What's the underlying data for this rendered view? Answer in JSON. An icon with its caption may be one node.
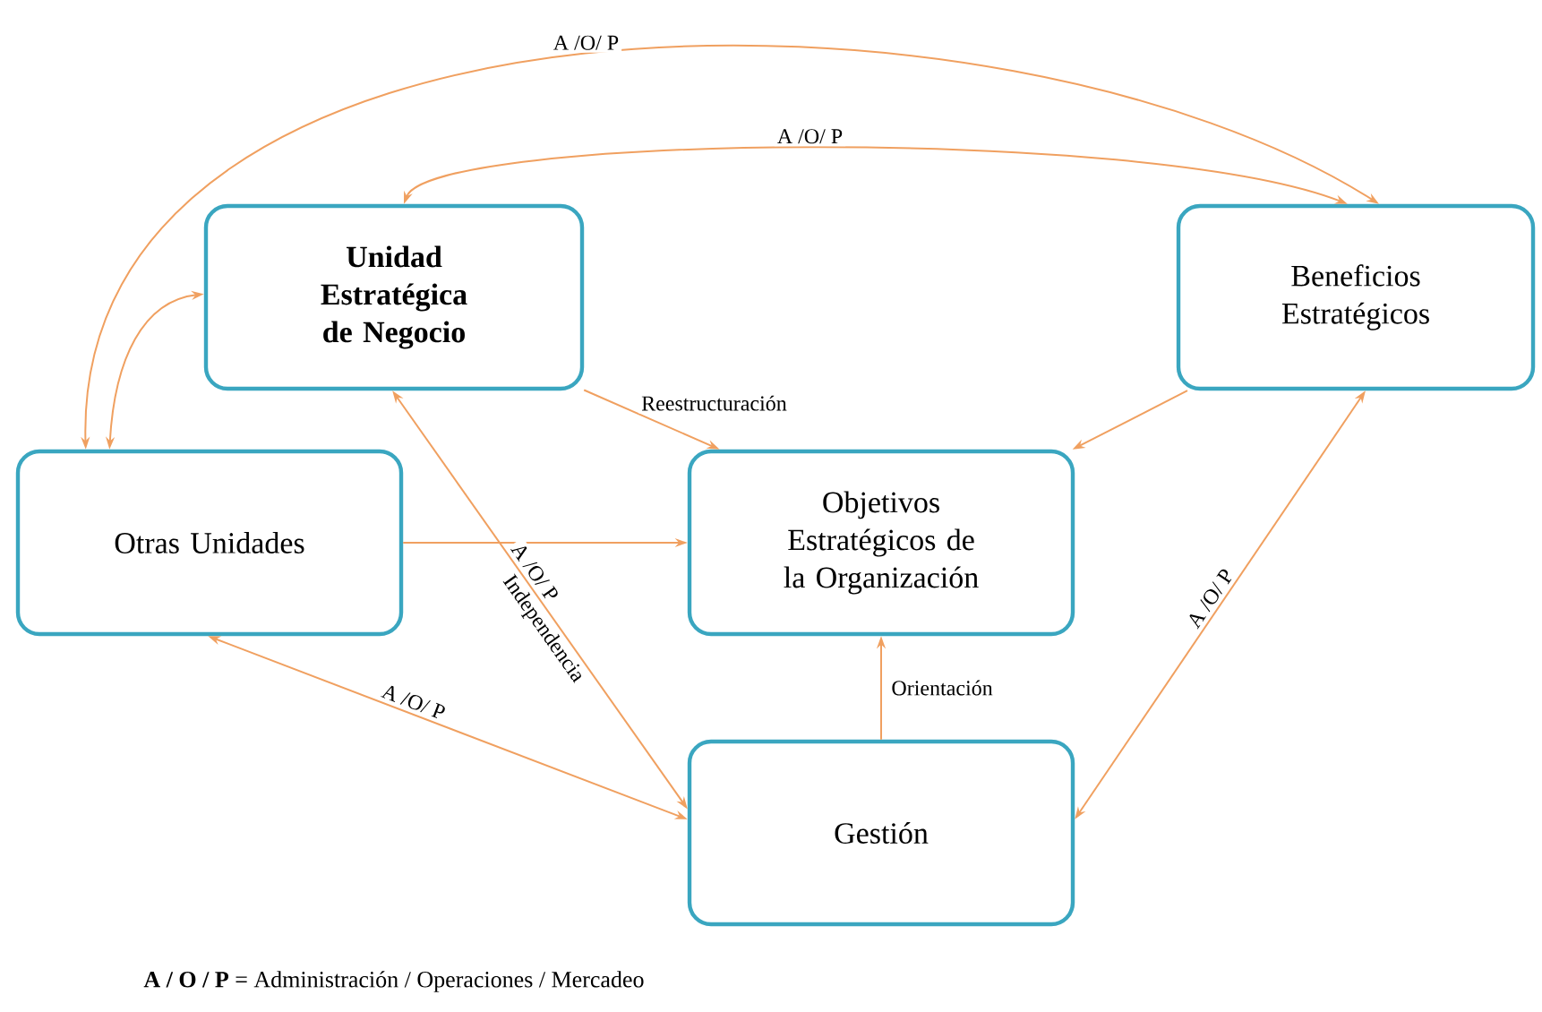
{
  "diagram": {
    "nodes": [
      {
        "text": [
          "Unidad Estratégica de Negocio"
        ]
      },
      {
        "text": [
          "Beneficios Estratégicos"
        ]
      },
      {
        "text": [
          "Otras Unidades"
        ]
      },
      {
        "text": [
          "Objetivos Estratégicos de la Organización"
        ]
      },
      {
        "text": [
          "Gestión"
        ]
      }
    ],
    "edges": [
      {
        "from": 2,
        "to": 1,
        "arrow": "both",
        "label": "A /O/ P"
      },
      {
        "from": 0,
        "to": 1,
        "arrow": "both",
        "label": "A /O/ P"
      },
      {
        "from": 2,
        "to": 0,
        "arrow": "both"
      },
      {
        "from": 0,
        "to": 3,
        "arrow": "to",
        "label": "Reestructuración"
      },
      {
        "from": 1,
        "to": 3,
        "arrow": "to"
      },
      {
        "from": 2,
        "to": 3,
        "arrow": "to"
      },
      {
        "from": 0,
        "to": 4,
        "arrow": "both",
        "label": "A /O/ P"
      },
      {
        "from": 2,
        "to": 4,
        "arrow": "both",
        "label": "A /O/ P"
      },
      {
        "from": 4,
        "to": 3,
        "arrow": "to",
        "label": "Orientación"
      },
      {
        "from": 4,
        "to": 1,
        "arrow": "both",
        "label": "A /O/ P"
      }
    ],
    "labels": [
      "Independencia",
      "**A / O / P** = Administración / Operaciones / Mercadeo"
    ]
  }
}
